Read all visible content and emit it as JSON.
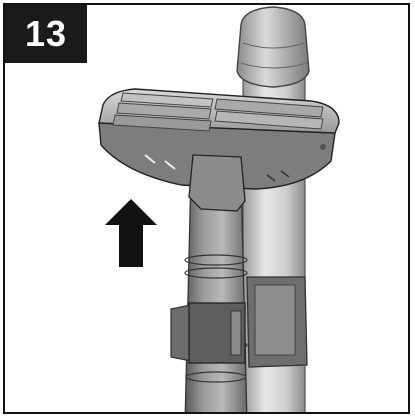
{
  "step": {
    "number": "13"
  },
  "illustration": {
    "subject": "vacuum-nozzle-attachment",
    "arrow_direction": "up",
    "colors": {
      "frame": "#111111",
      "badge_bg": "#1a1a1a",
      "badge_text": "#ffffff",
      "tube_light": "#d6d6d6",
      "tube_dark": "#7c7c7c",
      "nozzle": "#8e8e8e",
      "arrow": "#111111"
    }
  }
}
